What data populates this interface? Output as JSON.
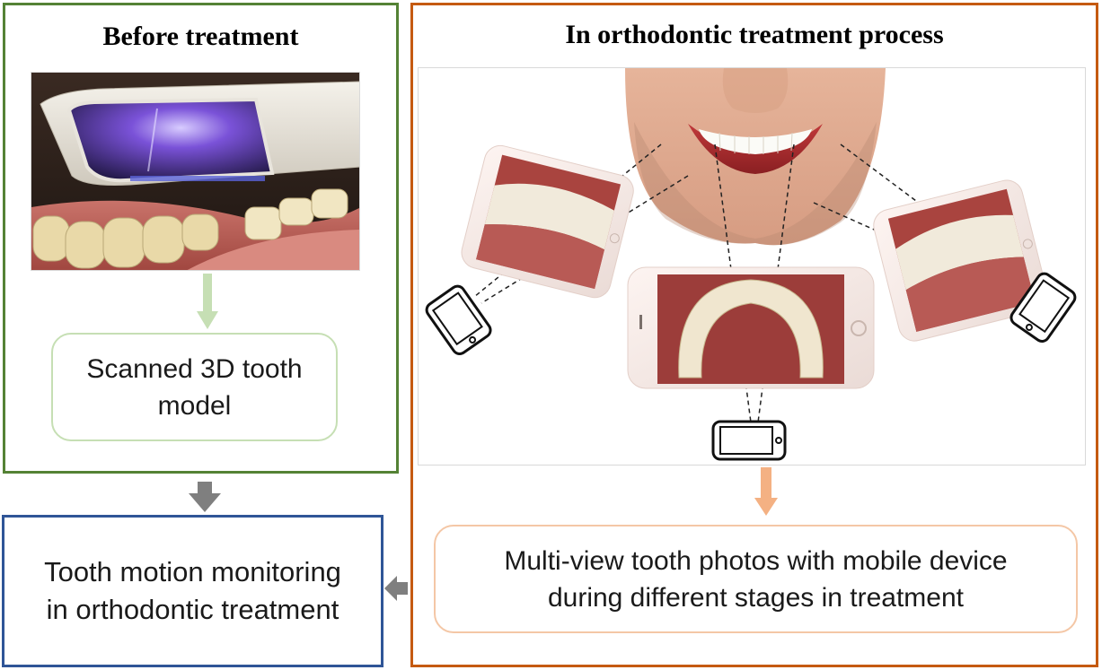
{
  "before_panel": {
    "title": "Before treatment",
    "scan_box_text": "Scanned 3D tooth\nmodel"
  },
  "during_panel": {
    "title": "In orthodontic treatment process",
    "photos_box_text": "Multi-view tooth photos with mobile device\nduring different stages in treatment"
  },
  "result_box": {
    "text": "Tooth motion monitoring\nin orthodontic treatment"
  },
  "colors": {
    "before_border": "#548235",
    "during_border": "#C55A11",
    "result_border": "#2F5597",
    "green_arrow": "#c6dfb4",
    "orange_arrow": "#f4b183",
    "gray_arrow": "#7f7f7f"
  }
}
